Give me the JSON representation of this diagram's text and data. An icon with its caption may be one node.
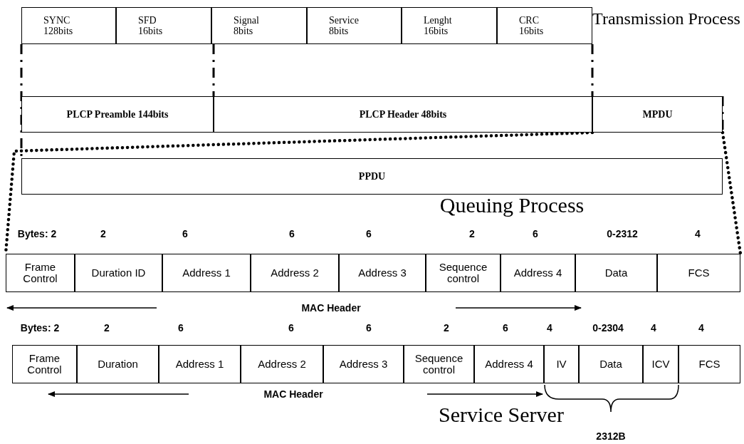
{
  "diagram": {
    "nodes": [
      {
        "text": [
          "SYNC",
          "128bits"
        ]
      },
      {
        "text": [
          "SFD",
          "16bits"
        ]
      },
      {
        "text": [
          "Signal",
          "8bits"
        ]
      },
      {
        "text": [
          "Service",
          "8bits"
        ]
      },
      {
        "text": [
          "Lenght",
          "16bits"
        ]
      },
      {
        "text": [
          "CRC",
          "16bits"
        ]
      },
      {
        "text": [
          "PLCP Preamble 144bits"
        ]
      },
      {
        "text": [
          "PLCP Header 48bits"
        ]
      },
      {
        "text": [
          "MPDU"
        ]
      },
      {
        "text": [
          "PPDU"
        ]
      },
      {
        "text": [
          "Frame Control"
        ]
      },
      {
        "text": [
          "Duration ID"
        ]
      },
      {
        "text": [
          "Address 1"
        ]
      },
      {
        "text": [
          "Address 2"
        ]
      },
      {
        "text": [
          "Address 3"
        ]
      },
      {
        "text": [
          "Sequence control"
        ]
      },
      {
        "text": [
          "Address 4"
        ]
      },
      {
        "text": [
          "Data"
        ]
      },
      {
        "text": [
          "FCS"
        ]
      },
      {
        "text": [
          "Frame Control"
        ]
      },
      {
        "text": [
          "Duration"
        ]
      },
      {
        "text": [
          "Address 1"
        ]
      },
      {
        "text": [
          "Address 2"
        ]
      },
      {
        "text": [
          "Address 3"
        ]
      },
      {
        "text": [
          "Sequence control"
        ]
      },
      {
        "text": [
          "Address 4"
        ]
      },
      {
        "text": [
          "IV"
        ]
      },
      {
        "text": [
          "Data"
        ]
      },
      {
        "text": [
          "ICV"
        ]
      },
      {
        "text": [
          "FCS"
        ]
      }
    ],
    "edges": [
      {
        "from": 8,
        "to": 10,
        "arrow": "none"
      },
      {
        "from": 8,
        "to": 18,
        "arrow": "none"
      }
    ],
    "labels": [
      "Transmission Process",
      "Queuing Process",
      "Bytes: 2",
      "2",
      "6",
      "6",
      "6",
      "2",
      "6",
      "0-2312",
      "4",
      "MAC Header",
      "Bytes: 2",
      "2",
      "6",
      "6",
      "6",
      "2",
      "6",
      "4",
      "0-2304",
      "4",
      "4",
      "MAC Header",
      "Service Server",
      "2312B"
    ]
  }
}
